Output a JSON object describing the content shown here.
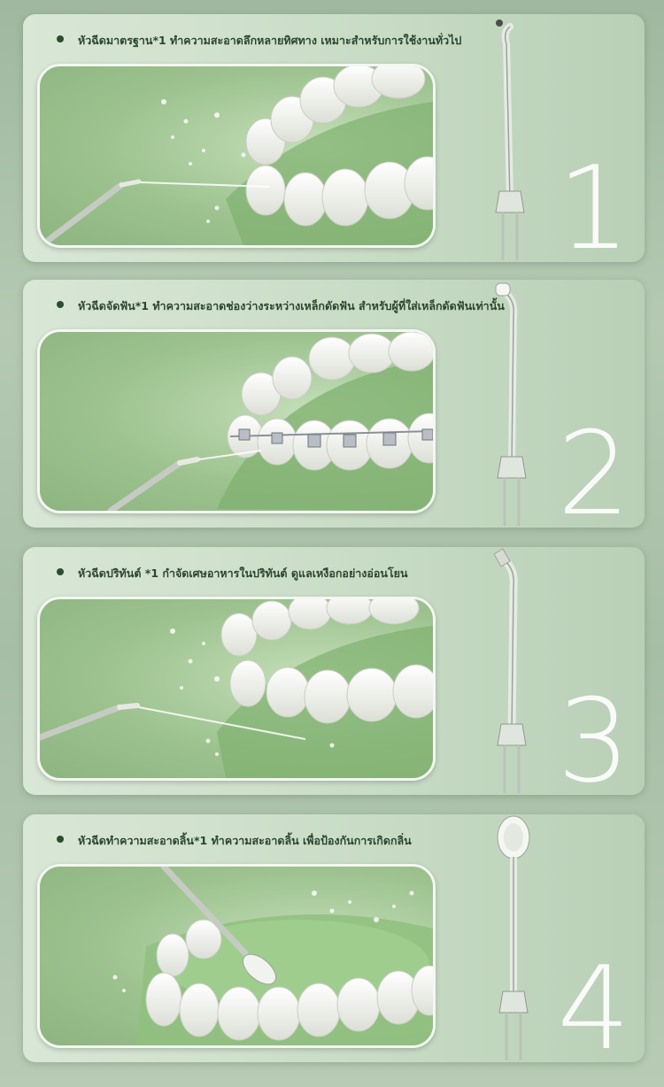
{
  "cards": [
    {
      "number": "1",
      "caption": "หัวฉีดมาตรฐาน*1  ทำความสะอาดลึกหลายทิศทาง  เหมาะสำหรับการใช้งานทั่วไป",
      "tip_icon": "standard-nozzle-icon"
    },
    {
      "number": "2",
      "caption": "หัวฉีดจัดฟัน*1  ทำความสะอาดช่องว่างระหว่างเหล็กดัดฟัน  สำหรับผู้ที่ใส่เหล็กดัดฟันเท่านั้น",
      "tip_icon": "orthodontic-nozzle-icon"
    },
    {
      "number": "3",
      "caption": "หัวฉีดปริทันต์ *1  กำจัดเศษอาหารในปริทันต์  ดูแลเหงือกอย่างอ่อนโยน",
      "tip_icon": "periodontal-nozzle-icon"
    },
    {
      "number": "4",
      "caption": "หัวฉีดทำความสะอาดลิ้น*1  ทำความสะอาดลิ้น  เพื่อป้องกันการเกิดกลิ่น",
      "tip_icon": "tongue-cleaner-nozzle-icon"
    }
  ],
  "colors": {
    "accent": "#2d4530",
    "gum": "#9dc28f",
    "tooth": "#f4f5f0"
  }
}
